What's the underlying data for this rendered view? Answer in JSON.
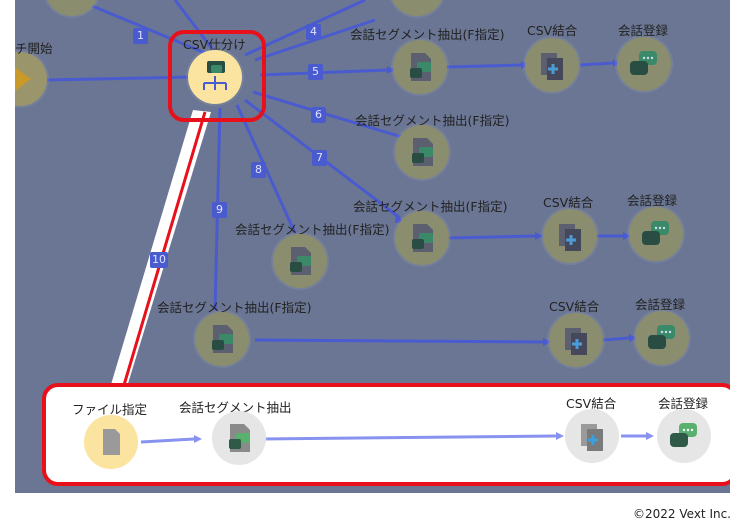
{
  "start_label": "チ開始",
  "center_node_label": "CSV仕分け",
  "branch_numbers": [
    "1",
    "4",
    "5",
    "6",
    "7",
    "8",
    "9",
    "10"
  ],
  "labels": {
    "segment_f": "会話セグメント抽出(F指定)",
    "csv_join": "CSV結合",
    "register": "会話登録"
  },
  "bottom": {
    "file_label": "ファイル指定",
    "segment_label": "会話セグメント抽出",
    "csv_join_label": "CSV結合",
    "register_label": "会話登録"
  },
  "copyright": "©2022 Vext Inc.",
  "colors": {
    "canvas_bg": "#6a7693",
    "edge": "#4a5bd0",
    "highlight": "#e8101a",
    "selected_node": "#fbe3a0"
  }
}
